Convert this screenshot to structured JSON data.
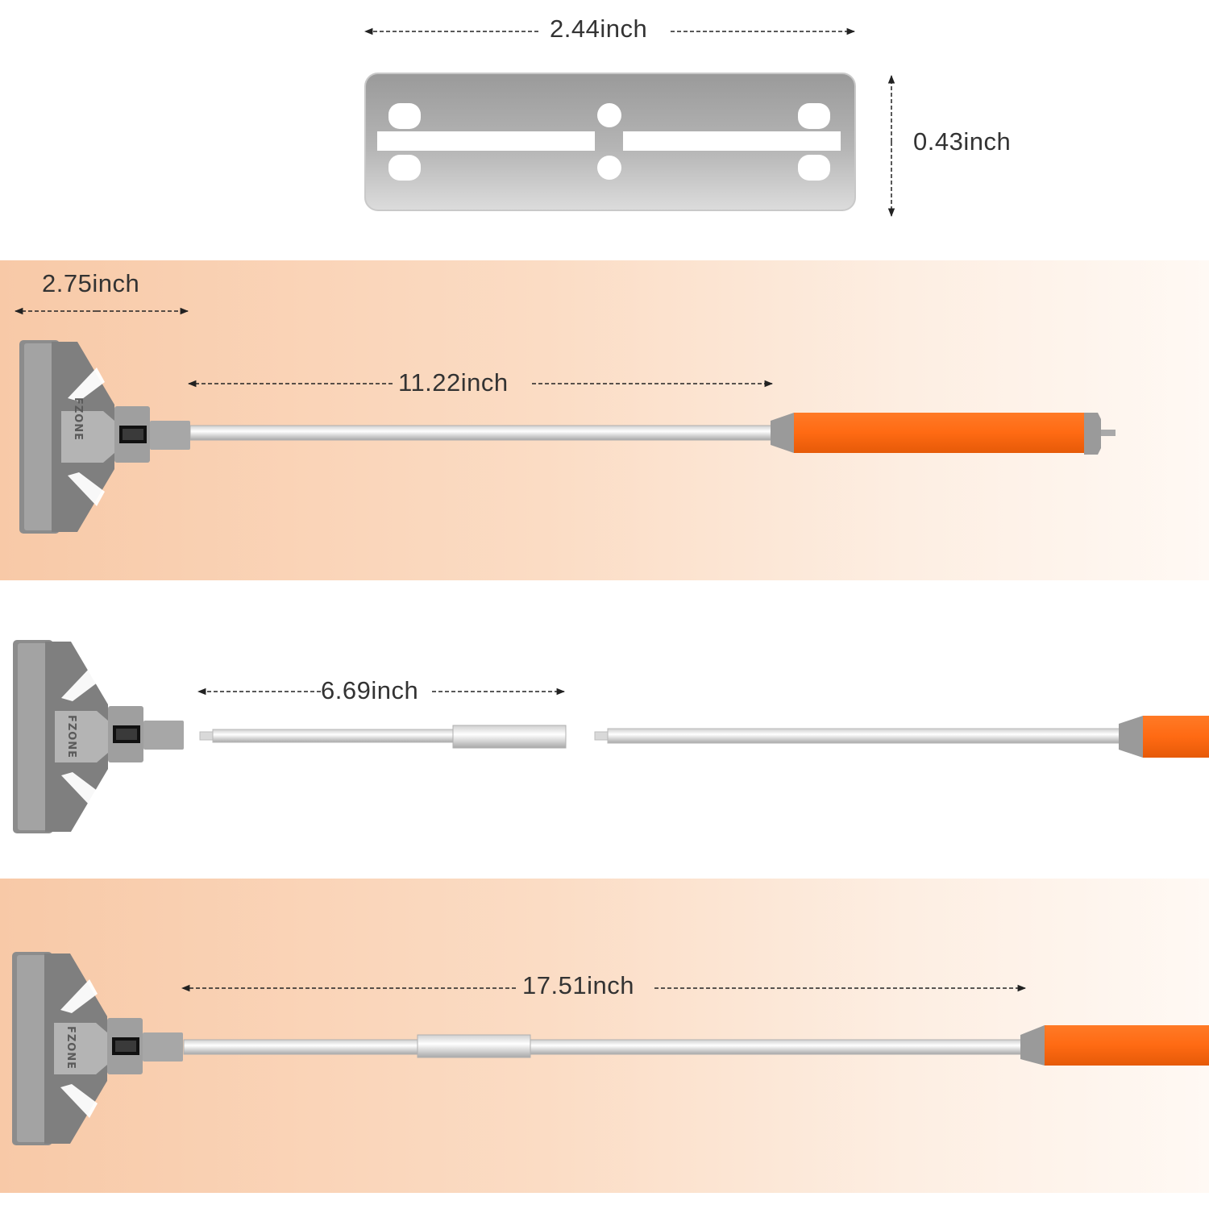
{
  "brand": "FZONE",
  "colors": {
    "handle_orange": "#ff6a13",
    "body_gray": "#8a8a8a",
    "face_gray": "#9b9b9b",
    "plate_silver": "#a9a9a9",
    "band_peach": "#f8c9a7"
  },
  "blade_plate": {
    "width_label": "2.44inch",
    "height_label": "0.43inch"
  },
  "assembled_short": {
    "head_width_label": "2.75inch",
    "pole_length_label": "11.22inch"
  },
  "extension_rod": {
    "length_label": "6.69inch"
  },
  "assembled_long": {
    "total_length_label": "17.51inch"
  }
}
